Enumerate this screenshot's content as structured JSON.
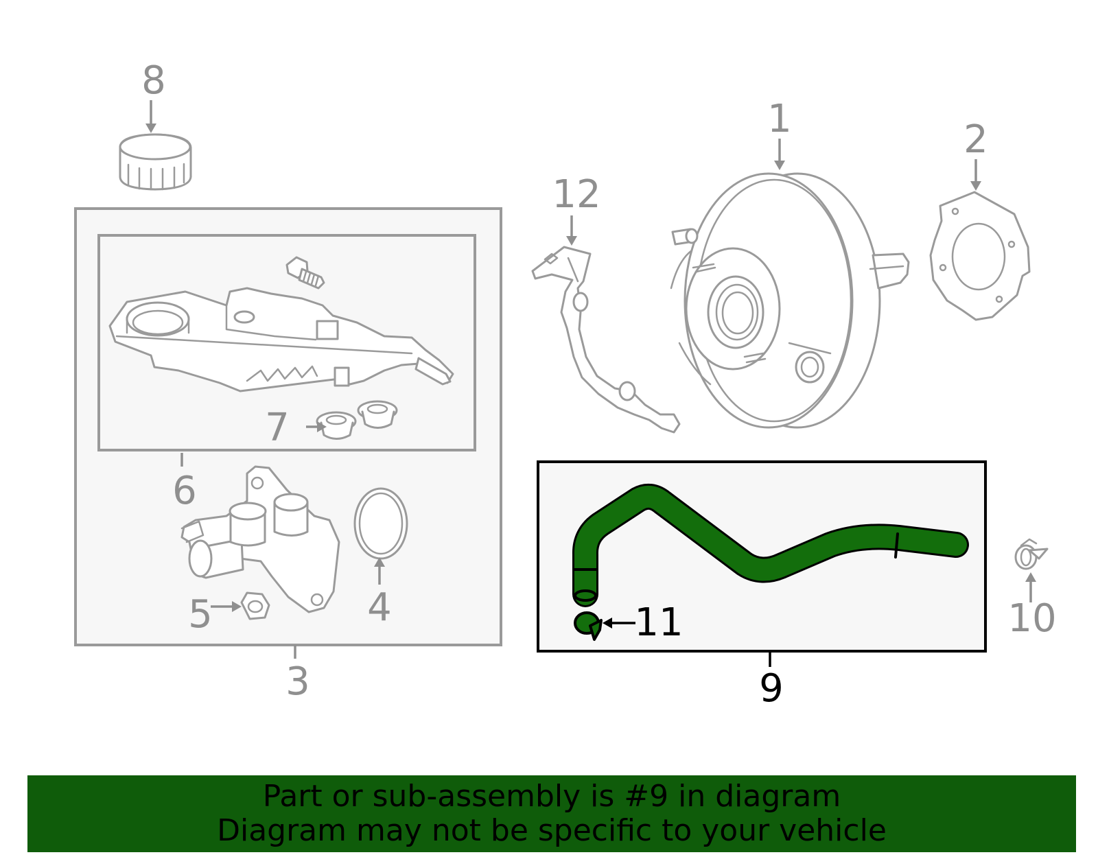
{
  "callouts": {
    "c1": "1",
    "c2": "2",
    "c3": "3",
    "c4": "4",
    "c5": "5",
    "c6": "6",
    "c7": "7",
    "c8": "8",
    "c9": "9",
    "c10": "10",
    "c11": "11",
    "c12": "12"
  },
  "banner": {
    "line1": "Part or sub-assembly is #9 in diagram",
    "line2": "Diagram may not be specific to your vehicle"
  },
  "colors": {
    "highlight": "#136e0c",
    "banner_bg": "#0f5c0a",
    "line_grey": "#9a9a9a",
    "box_fill": "#f7f7f7"
  }
}
